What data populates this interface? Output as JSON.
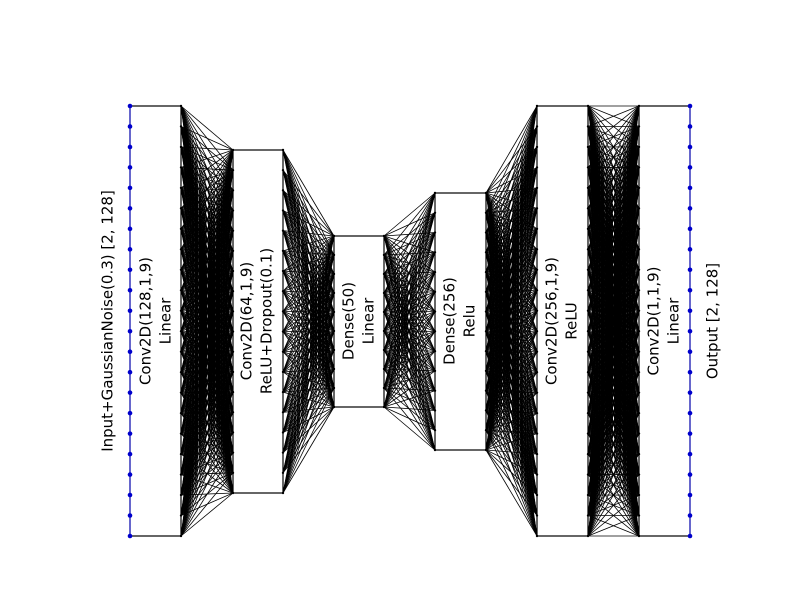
{
  "input_label": "Input+GaussianNoise(0.3) [2, 128]",
  "output_label": "Output [2, 128]",
  "node_color": "#0000cc",
  "line_color": "#000000",
  "layers": [
    {
      "line1": "Conv2D(128,1,9)",
      "line2": "Linear"
    },
    {
      "line1": "Conv2D(64,1,9)",
      "line2": "ReLU+Dropout(0.1)"
    },
    {
      "line1": "Dense(50)",
      "line2": "Linear"
    },
    {
      "line1": "Dense(256)",
      "line2": "Relu"
    },
    {
      "line1": "Conv2D(256,1,9)",
      "line2": "ReLU"
    },
    {
      "line1": "Conv2D(1,1,9)",
      "line2": "Linear"
    }
  ]
}
